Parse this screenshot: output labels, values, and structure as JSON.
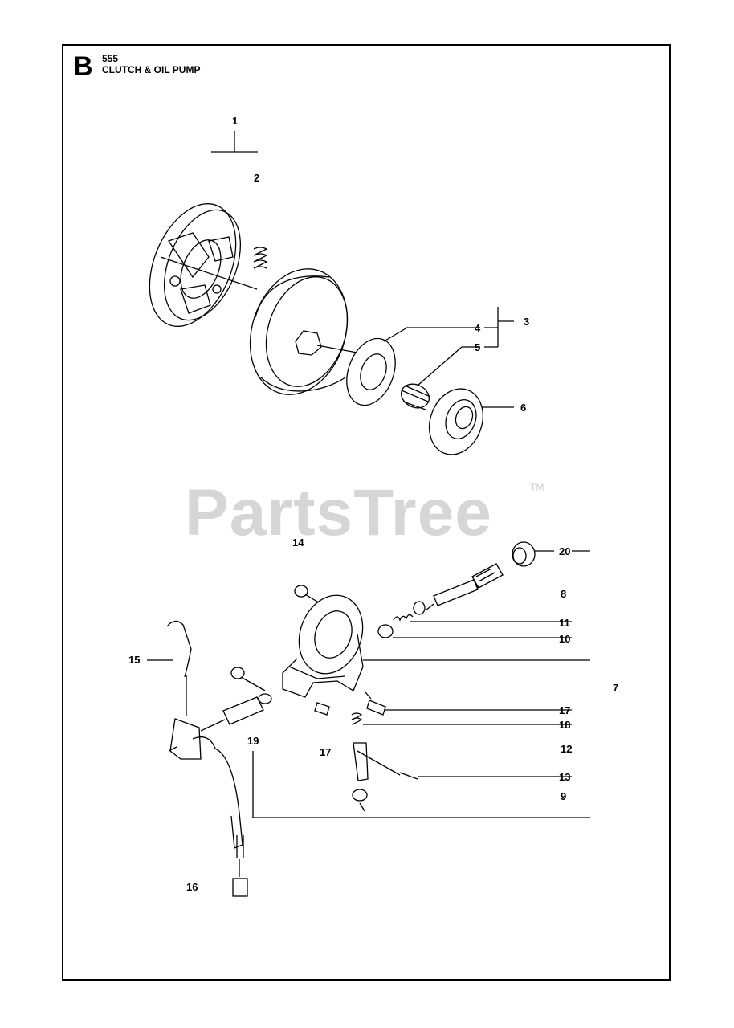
{
  "header": {
    "section_letter": "B",
    "model": "555",
    "title": "CLUTCH & OIL PUMP"
  },
  "watermark": {
    "text": "PartsTree",
    "trademark": "TM"
  },
  "callouts": {
    "c1": "1",
    "c2": "2",
    "c3": "3",
    "c4": "4",
    "c5": "5",
    "c6": "6",
    "c7": "7",
    "c8": "8",
    "c9": "9",
    "c10": "10",
    "c11": "11",
    "c12": "12",
    "c13": "13",
    "c14": "14",
    "c15": "15",
    "c16": "16",
    "c17a": "17",
    "c17b": "17",
    "c18": "18",
    "c19": "19",
    "c20": "20"
  }
}
